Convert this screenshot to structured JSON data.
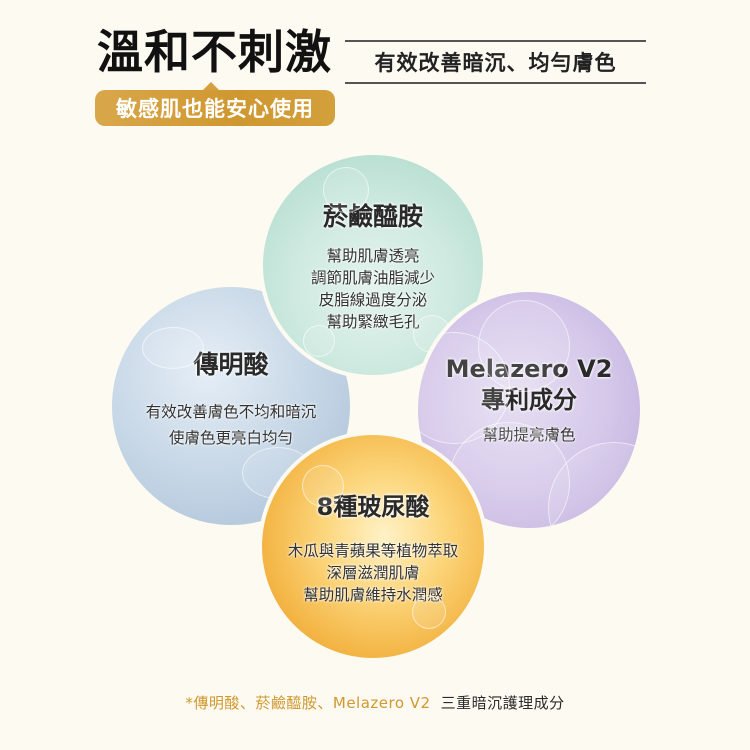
{
  "header": {
    "title": "溫和不刺激",
    "subhead": "有效改善暗沉、均勻膚色",
    "badge": "敏感肌也能安心使用"
  },
  "colors": {
    "background": "#fdfaf2",
    "accent_gold": "#d0982f",
    "title": "#111111"
  },
  "ingredients": [
    {
      "name": "菸鹼醯胺",
      "color": "mint-green",
      "lines": [
        "幫助肌膚透亮",
        "調節肌膚油脂減少",
        "皮脂線過度分泌",
        "幫助緊緻毛孔"
      ]
    },
    {
      "name": "傳明酸",
      "color": "light-blue",
      "lines": [
        "有效改善膚色不均和暗沉",
        "使膚色更亮白均勻"
      ]
    },
    {
      "name": "Melazero V2",
      "name2": "專利成分",
      "color": "lavender",
      "lines": [
        "幫助提亮膚色"
      ]
    },
    {
      "name": "8種玻尿酸",
      "color": "amber",
      "lines": [
        "木瓜與青蘋果等植物萃取",
        "深層滋潤肌膚",
        "幫助肌膚維持水潤感"
      ]
    }
  ],
  "footer": {
    "highlight": "*傳明酸、菸鹼醯胺、Melazero V2",
    "rest": "三重暗沉護理成分"
  }
}
